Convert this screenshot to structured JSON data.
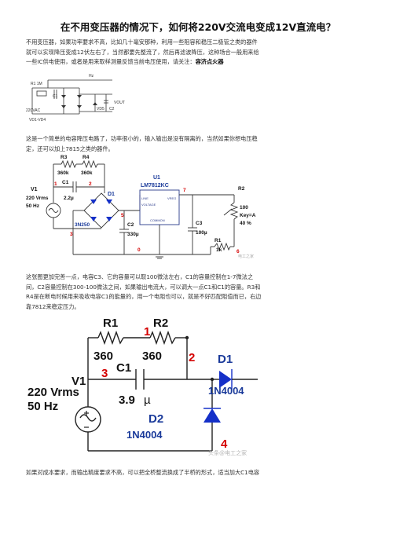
{
  "title": "在不用变压器的情况下，如何将220V交流电变成12V直流电？",
  "intro": {
    "lines": [
      "不用变压器，如果功率要求不高，比如几十毫安那种，利用一些阻容和稳压二极管之类的器件",
      "就可以实现降压变成12伏左右了，当然都要先整流了，然后再滤波降压，这种场合一般用来给",
      "一些IC供电使用，或者是用来取样测量反馈当前电压使用，请关注："
    ],
    "emphasis": "容济点火器"
  },
  "fig1": {
    "hz": "Hz",
    "r1": "R1 1M",
    "c1": "C1",
    "ac": "220VAC",
    "vout": "VOUT",
    "diodes": "VD1-VD4",
    "vd5": "VD5",
    "c2": "C2"
  },
  "p2": {
    "lines": [
      "这是一个简单的电容降压电路了，功率很小的，输入输出是没有隔离的，当然如果你想电压稳",
      "定，还可以加上7815之类的器件。"
    ]
  },
  "fig2": {
    "r3": "R3",
    "r3v": "360k",
    "r4": "R4",
    "r4v": "360k",
    "c1": "C1",
    "c1v": "2.2µ",
    "v1": "V1",
    "v1v": "220 Vrms",
    "v1f": "50 Hz",
    "d1": "D1",
    "bridge": "3N250",
    "u1": "U1",
    "u1v": "LM7812KC",
    "u1_line": "LINE",
    "u1_vreg": "VREG",
    "u1_voltage": "VOLTAGE",
    "u1_common": "COMMON",
    "c2": "C2",
    "c2v": "330µ",
    "c3": "C3",
    "c3v": "100µ",
    "r2": "R2",
    "r2v": "100",
    "r2key": "Key=A",
    "r2pct": "40 %",
    "r1": "R1",
    "r1v": "1k",
    "n1": "1",
    "n2": "2",
    "n3": "3",
    "n5": "5",
    "n7": "7",
    "n0": "0",
    "n6": "6",
    "watermark": "电工之家"
  },
  "p3": {
    "lines": [
      "这张图更加完善一点，电容C3、它的容量可以取100微法左右，C1的容量控制在1-7微法之",
      "间，C2容量控制在300-100微法之间，如果输出电流大，可以调大一点C1和C1的容量。R3和",
      "R4是在断电时候用来吸收电容C1的能量的，用一个电阻也可以，就是不好匹配阻值而已，右边",
      "靠7812来稳定压力。"
    ]
  },
  "fig3": {
    "r1": "R1",
    "r1v": "360",
    "r2": "R2",
    "r2v": "360",
    "c1": "C1",
    "c1v": "3.9",
    "mu": "µ",
    "v1": "V1",
    "v1v": "220 Vrms",
    "v1f": "50 Hz",
    "d1": "D1",
    "d1v": "1N4004",
    "d2": "D2",
    "d2v": "1N4004",
    "n1": "1",
    "n2": "2",
    "n3": "3",
    "n4": "4",
    "watermark": "头条@电工之家"
  },
  "p4": {
    "lines": [
      "如果对成本要求，而输出精度要求不高，可以把全桥整流换成了半桥的形式，适当加大C1电容"
    ]
  },
  "colors": {
    "wire": "#222222",
    "node_red": "#d40000",
    "diode_blue": "#1530c8",
    "label_blue": "#1a3a9a",
    "ic_box": "#2a3a8a"
  }
}
